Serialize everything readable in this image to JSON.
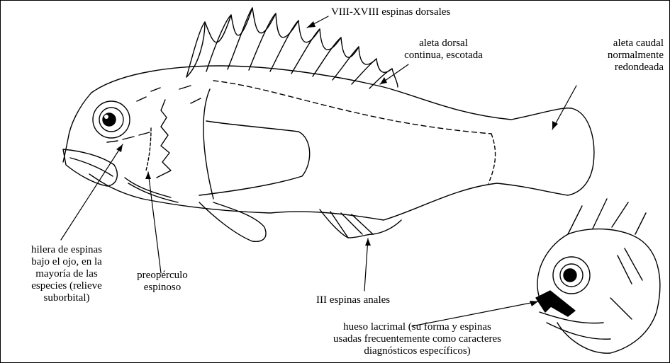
{
  "labels": {
    "dorsal_spines": "VIII-XVIII espinas dorsales",
    "dorsal_fin": "aleta dorsal\ncontinua, escotada",
    "caudal_fin": "aleta caudal\nnormalmente\nredondeada",
    "suborbital": "hilera de espinas\nbajo el ojo, en la\nmayoría de las\nespecies (relieve\nsuborbital)",
    "preopercle": "preopérculo\nespinoso",
    "anal_spines": "III espinas anales",
    "lacrimal": "hueso lacrimal (su forma y espinas\nusadas frecuentemente como caracteres\ndiagnósticos específicos)"
  }
}
